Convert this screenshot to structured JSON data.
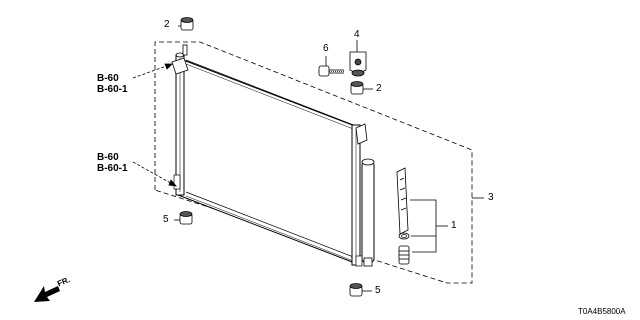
{
  "callouts": {
    "n1": "1",
    "n2_top": "2",
    "n2_right": "2",
    "n3": "3",
    "n4": "4",
    "n5_left": "5",
    "n5_bottom": "5",
    "n6": "6"
  },
  "references": {
    "upper": [
      "B-60",
      "B-60-1"
    ],
    "lower": [
      "B-60",
      "B-60-1"
    ]
  },
  "direction_label": "FR.",
  "diagram_code": "T0A4B5800A"
}
